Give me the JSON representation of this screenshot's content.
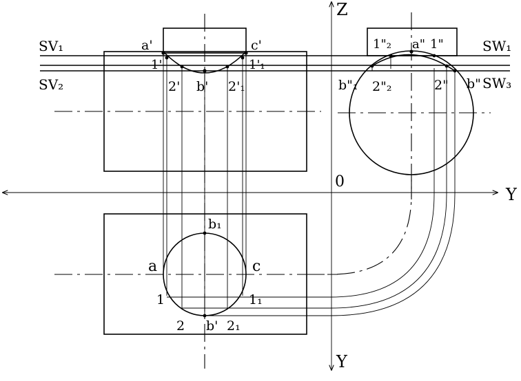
{
  "axes": {
    "z": "Z",
    "y_horizontal": "Y",
    "y_vertical": "Y",
    "origin": "0"
  },
  "cutting_planes": {
    "sv1": "SV₁",
    "sv2": "SV₂",
    "sw1": "SW₁",
    "sw3": "SW₃"
  },
  "front_view": {
    "a": "a'",
    "c": "c'",
    "p1": "1'",
    "p1_1": "1'₁",
    "p2": "2'",
    "b": "b'",
    "p2_1": "2'₁"
  },
  "side_view": {
    "p1_2": "1\"₂",
    "a": "a\"",
    "p1": "1\"",
    "b1": "b\"₁",
    "p2_2": "2\"₂",
    "p2": "2\"",
    "b": "b\""
  },
  "top_view": {
    "b1": "b₁",
    "a": "a",
    "c": "c",
    "p1": "1",
    "p1_1": "1₁",
    "p2": "2",
    "b": "b'",
    "p2_1": "2₁"
  }
}
